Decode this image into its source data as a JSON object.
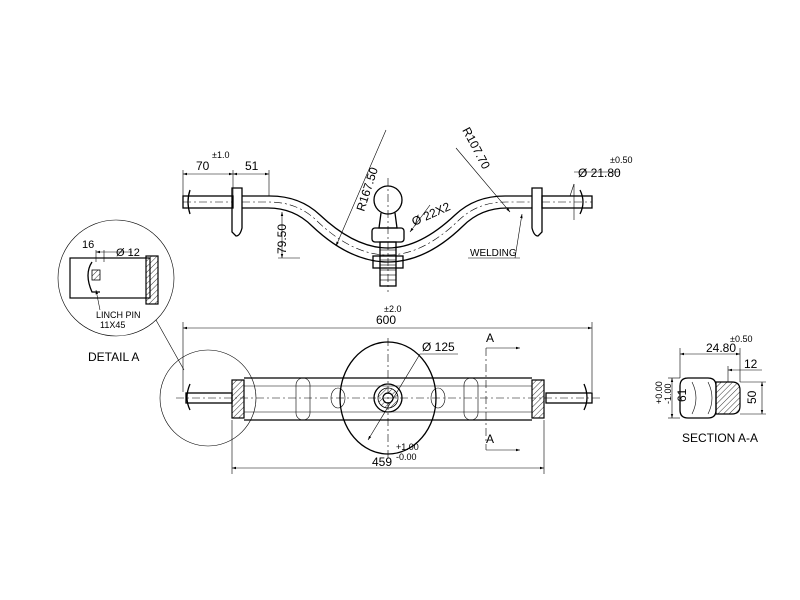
{
  "dims": {
    "d70": "70",
    "d70_tol": "±1.0",
    "d51": "51",
    "r167": "R167.50",
    "r107": "R107.70",
    "d2180": "Ø 21.80",
    "d2180_tol": "±0.50",
    "d22x2": "Ø 22X2",
    "d7950": "79.50",
    "welding": "WELDING",
    "d16": "16",
    "d12": "Ø 12",
    "linch1": "LINCH PIN",
    "linch2": "11X45",
    "d600": "600",
    "d600_tol": "±2.0",
    "d125": "Ø 125",
    "d459": "459",
    "d459_tp": "+1.00",
    "d459_tm": "-0.00",
    "d2480": "24.80",
    "d2480_tol": "±0.50",
    "d12b": "12",
    "d61": "61",
    "d61_tp": "+0.00",
    "d61_tm": "-1.00",
    "d50": "50"
  },
  "labels": {
    "detail_a": "DETAIL A",
    "section_aa": "SECTION A-A",
    "sec_a_top": "A",
    "sec_a_bottom": "A"
  }
}
